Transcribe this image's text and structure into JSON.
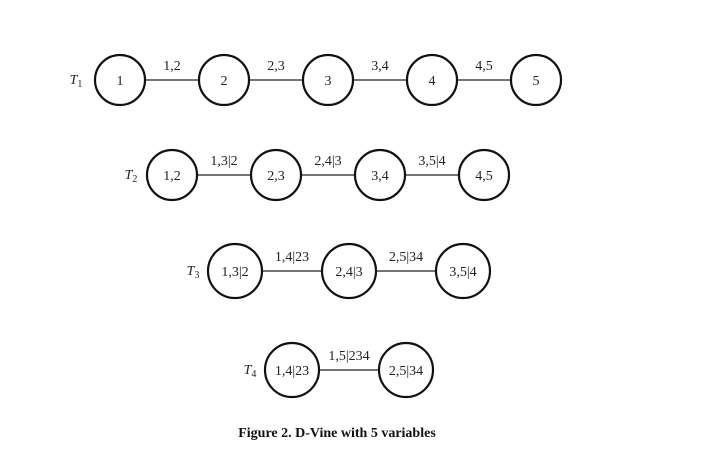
{
  "trees": [
    {
      "label": "T",
      "sub": "1",
      "nodes": [
        "1",
        "2",
        "3",
        "4",
        "5"
      ],
      "edges": [
        "1,2",
        "2,3",
        "3,4",
        "4,5"
      ]
    },
    {
      "label": "T",
      "sub": "2",
      "nodes": [
        "1,2",
        "2,3",
        "3,4",
        "4,5"
      ],
      "edges": [
        "1,3|2",
        "2,4|3",
        "3,5|4"
      ]
    },
    {
      "label": "T",
      "sub": "3",
      "nodes": [
        "1,3|2",
        "2,4|3",
        "3,5|4"
      ],
      "edges": [
        "1,4|23",
        "2,5|34"
      ]
    },
    {
      "label": "T",
      "sub": "4",
      "nodes": [
        "1,4|23",
        "2,5|34"
      ],
      "edges": [
        "1,5|234"
      ]
    }
  ],
  "caption": "Figure 2. D-Vine with 5 variables"
}
